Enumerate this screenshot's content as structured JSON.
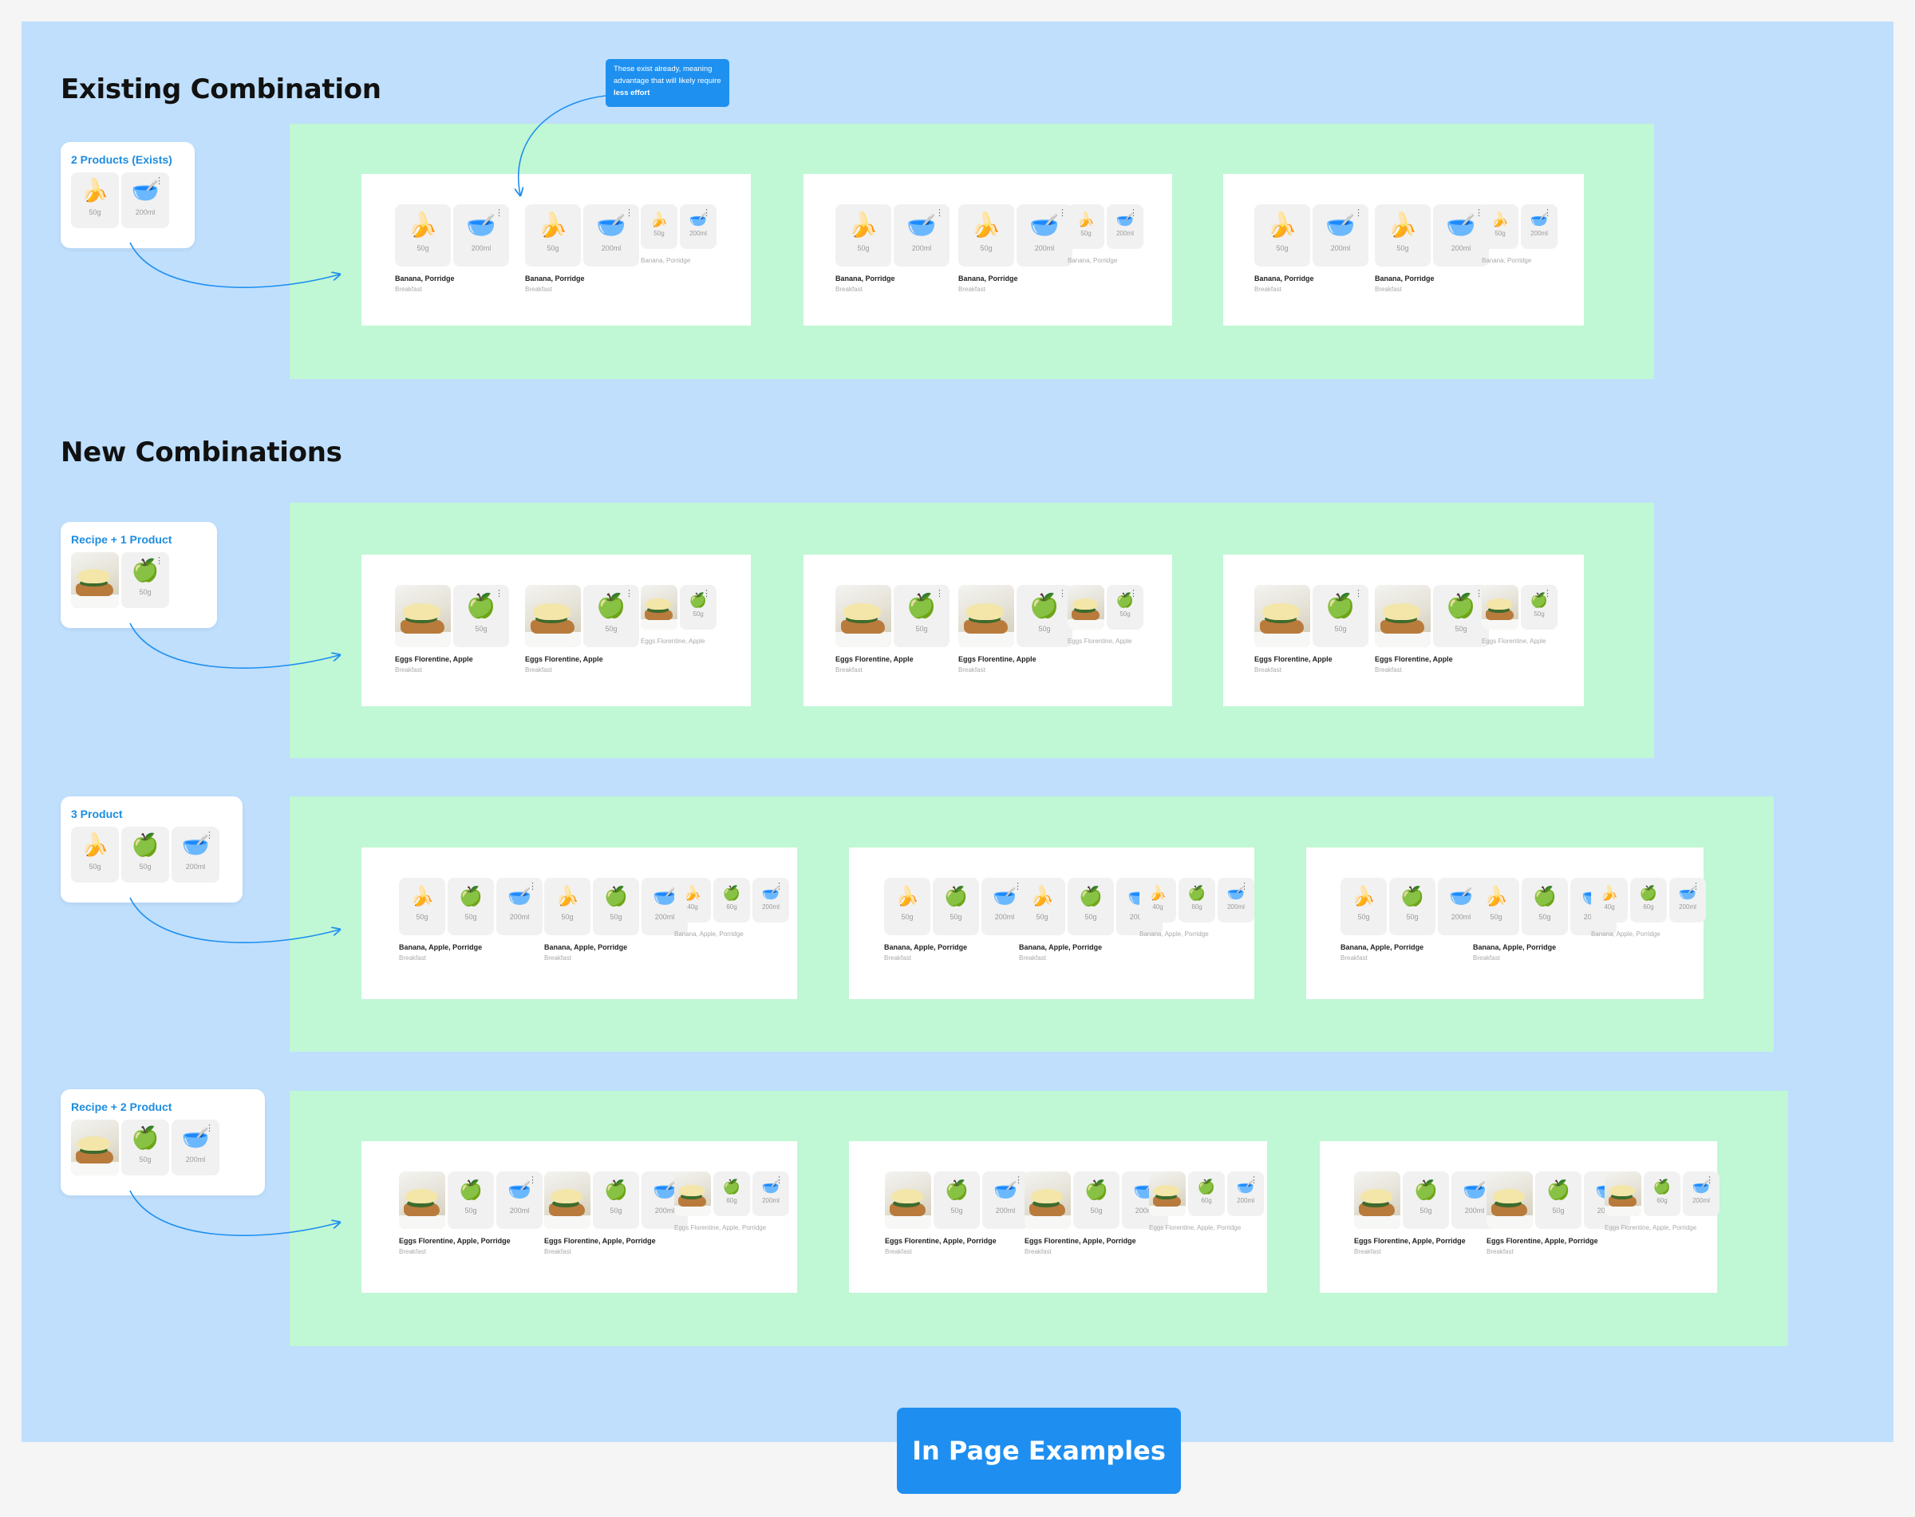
{
  "sections": {
    "existing": "Existing Combination",
    "new": "New Combinations"
  },
  "tooltip": {
    "text": "These exist already, meaning advantage that will likely require ",
    "bold": "less effort"
  },
  "footer": {
    "label": "In Page Examples"
  },
  "icons": {
    "banana": "🍌",
    "apple": "🍏",
    "porridge": "🥣"
  },
  "colors": {
    "board": "#bfdffd",
    "band": "#c0f7d4",
    "accent": "#1e8ff0",
    "source_title": "#1e8de0"
  },
  "rows": [
    {
      "source": {
        "title": "2 Products (Exists)",
        "tiles": [
          {
            "type": "banana",
            "qty": "50g"
          },
          {
            "type": "porridge",
            "qty": "200ml"
          }
        ]
      },
      "groups": [
        {
          "name": "Banana, Porridge",
          "meal": "Breakfast",
          "tiles": [
            {
              "type": "banana",
              "qty": "50g"
            },
            {
              "type": "porridge",
              "qty": "200ml"
            }
          ]
        },
        {
          "name": "Banana, Porridge",
          "meal": "Breakfast",
          "tiles": [
            {
              "type": "banana",
              "qty": "50g"
            },
            {
              "type": "porridge",
              "qty": "200ml"
            }
          ]
        },
        {
          "name": "Banana, Porridge",
          "meal": "",
          "tiles": [
            {
              "type": "banana",
              "qty": "50g"
            },
            {
              "type": "porridge",
              "qty": "200ml"
            }
          ]
        }
      ]
    },
    {
      "source": {
        "title": "Recipe + 1 Product",
        "tiles": [
          {
            "type": "recipe",
            "qty": ""
          },
          {
            "type": "apple",
            "qty": "50g"
          }
        ]
      },
      "groups": [
        {
          "name": "Eggs Florentine, Apple",
          "meal": "Breakfast",
          "tiles": [
            {
              "type": "recipe",
              "qty": ""
            },
            {
              "type": "apple",
              "qty": "50g"
            }
          ]
        },
        {
          "name": "Eggs Florentine, Apple",
          "meal": "Breakfast",
          "tiles": [
            {
              "type": "recipe",
              "qty": ""
            },
            {
              "type": "apple",
              "qty": "50g"
            }
          ]
        },
        {
          "name": "Eggs Florentine, Apple",
          "meal": "",
          "tiles": [
            {
              "type": "recipe",
              "qty": ""
            },
            {
              "type": "apple",
              "qty": "50g"
            }
          ]
        }
      ]
    },
    {
      "source": {
        "title": "3 Product",
        "tiles": [
          {
            "type": "banana",
            "qty": "50g"
          },
          {
            "type": "apple",
            "qty": "50g"
          },
          {
            "type": "porridge",
            "qty": "200ml"
          }
        ]
      },
      "groups": [
        {
          "name": "Banana, Apple, Porridge",
          "meal": "Breakfast",
          "tiles": [
            {
              "type": "banana",
              "qty": "50g"
            },
            {
              "type": "apple",
              "qty": "50g"
            },
            {
              "type": "porridge",
              "qty": "200ml"
            }
          ]
        },
        {
          "name": "Banana, Apple, Porridge",
          "meal": "Breakfast",
          "tiles": [
            {
              "type": "banana",
              "qty": "50g"
            },
            {
              "type": "apple",
              "qty": "50g"
            },
            {
              "type": "porridge",
              "qty": "200ml"
            }
          ]
        },
        {
          "name": "Banana, Apple, Porridge",
          "meal": "",
          "tiles": [
            {
              "type": "banana",
              "qty": "40g"
            },
            {
              "type": "apple",
              "qty": "60g"
            },
            {
              "type": "porridge",
              "qty": "200ml"
            }
          ]
        }
      ]
    },
    {
      "source": {
        "title": "Recipe + 2 Product",
        "tiles": [
          {
            "type": "recipe",
            "qty": ""
          },
          {
            "type": "apple",
            "qty": "50g"
          },
          {
            "type": "porridge",
            "qty": "200ml"
          }
        ]
      },
      "groups": [
        {
          "name": "Eggs Florentine, Apple, Porridge",
          "meal": "Breakfast",
          "tiles": [
            {
              "type": "recipe",
              "qty": ""
            },
            {
              "type": "apple",
              "qty": "50g"
            },
            {
              "type": "porridge",
              "qty": "200ml"
            }
          ]
        },
        {
          "name": "Eggs Florentine, Apple, Porridge",
          "meal": "Breakfast",
          "tiles": [
            {
              "type": "recipe",
              "qty": ""
            },
            {
              "type": "apple",
              "qty": "50g"
            },
            {
              "type": "porridge",
              "qty": "200ml"
            }
          ]
        },
        {
          "name": "Eggs Florentine, Apple, Porridge",
          "meal": "",
          "tiles": [
            {
              "type": "recipe",
              "qty": ""
            },
            {
              "type": "apple",
              "qty": "60g"
            },
            {
              "type": "porridge",
              "qty": "200ml"
            }
          ]
        }
      ]
    }
  ]
}
